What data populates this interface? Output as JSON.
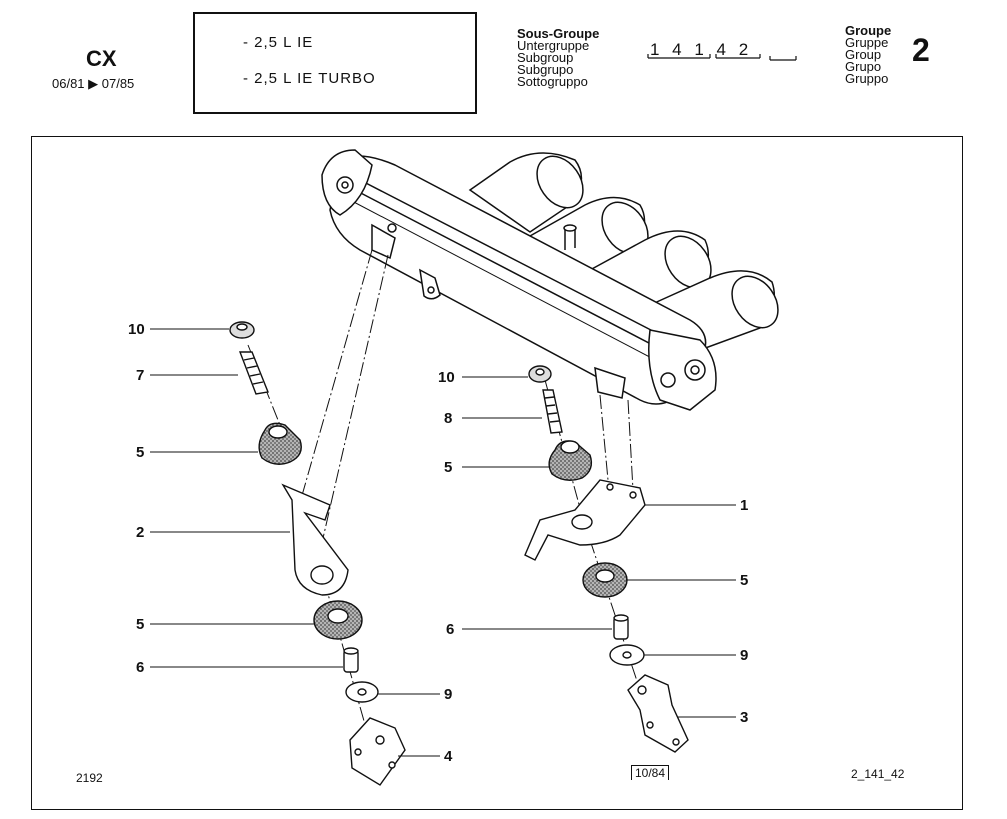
{
  "header": {
    "model": "CX",
    "date_range": "06/81 ▶ 07/85",
    "engines": [
      "- 2,5 L IE",
      "- 2,5 L IE TURBO"
    ],
    "subgroup_labels": [
      "Sous-Groupe",
      "Untergruppe",
      "Subgroup",
      "Subgrupo",
      "Sottogruppo"
    ],
    "subgroup_code": "1 4 1  4 2",
    "group_labels": [
      "Groupe",
      "Gruppe",
      "Group",
      "Grupo",
      "Gruppo"
    ],
    "group_number": "2"
  },
  "footer": {
    "plate_number": "2192",
    "issue_date": "10/84",
    "reference": "2_141_42"
  },
  "callouts": [
    "10",
    "7",
    "5",
    "2",
    "5",
    "6",
    "9",
    "4",
    "10",
    "8",
    "5",
    "1",
    "5",
    "6",
    "9",
    "3"
  ],
  "colors": {
    "ink": "#111111",
    "paper": "#ffffff",
    "rubber_fill": "#9a9a9a"
  }
}
